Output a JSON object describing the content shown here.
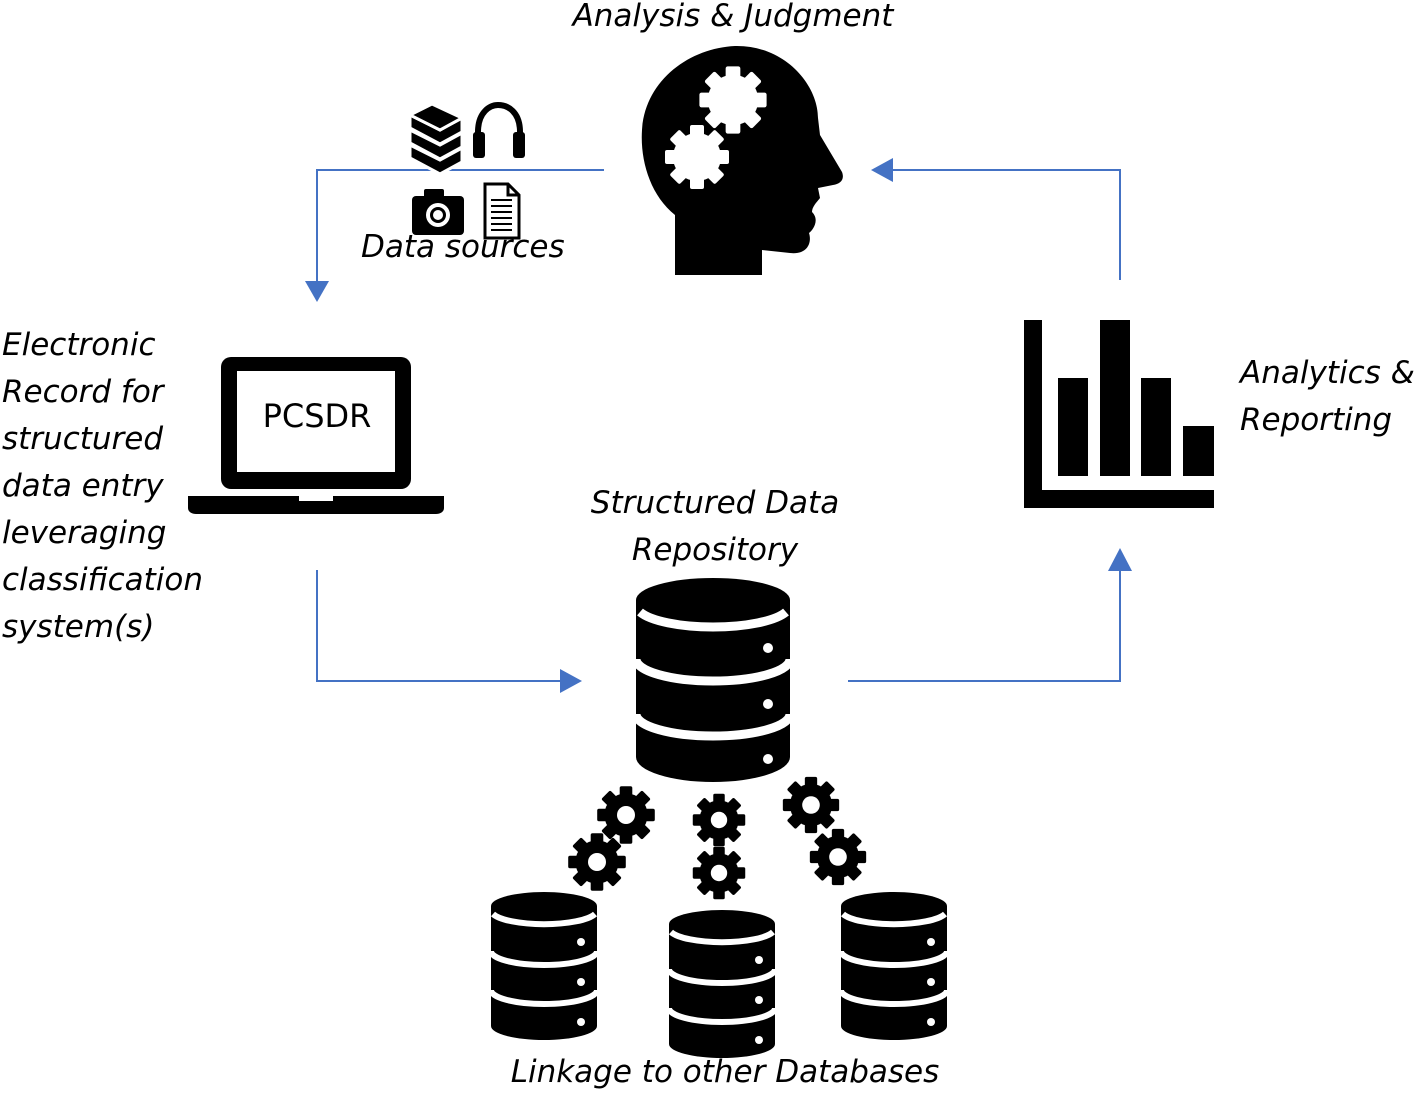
{
  "title": "Analysis & Judgment",
  "nodes": {
    "analysis": {
      "label": "Analysis & Judgment",
      "icon": "head-with-gears-icon"
    },
    "data_sources": {
      "label": "Data sources",
      "icons": [
        "books-icon",
        "headphones-icon",
        "camera-icon",
        "document-icon"
      ]
    },
    "electronic_record": {
      "lines": [
        "Electronic",
        "Record for",
        "structured",
        "data entry",
        "leveraging",
        "classification",
        "system(s)"
      ],
      "device_label": "PCSDR",
      "icon": "laptop-icon"
    },
    "repository": {
      "lines": [
        "Structured Data",
        "Repository"
      ],
      "icon": "database-icon"
    },
    "analytics": {
      "lines": [
        "Analytics &",
        "Reporting"
      ],
      "icon": "bar-chart-icon"
    },
    "linkage": {
      "label": "Linkage to other Databases",
      "icon": "linked-databases-icon"
    }
  },
  "colors": {
    "arrow": "#4472C4",
    "icon": "#000000",
    "background": "#FFFFFF"
  }
}
